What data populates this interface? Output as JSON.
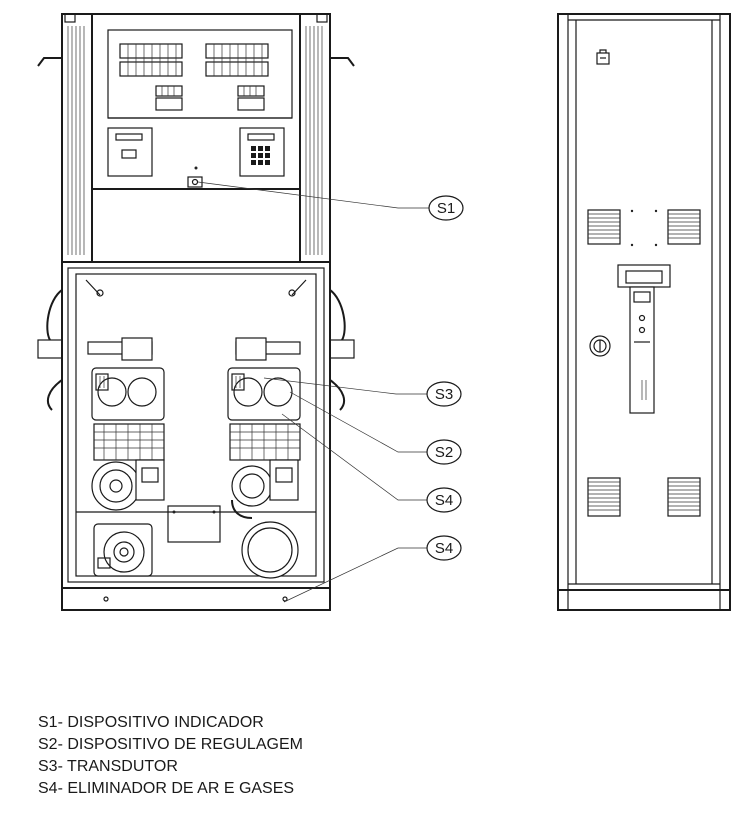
{
  "callouts": [
    {
      "id": "s1",
      "label": "S1"
    },
    {
      "id": "s3",
      "label": "S3"
    },
    {
      "id": "s2",
      "label": "S2"
    },
    {
      "id": "s4a",
      "label": "S4"
    },
    {
      "id": "s4b",
      "label": "S4"
    }
  ],
  "legend": [
    "S1- DISPOSITIVO INDICADOR",
    "S2- DISPOSITIVO DE REGULAGEM",
    "S3- TRANSDUTOR",
    "S4- ELIMINADOR DE AR E GASES"
  ]
}
